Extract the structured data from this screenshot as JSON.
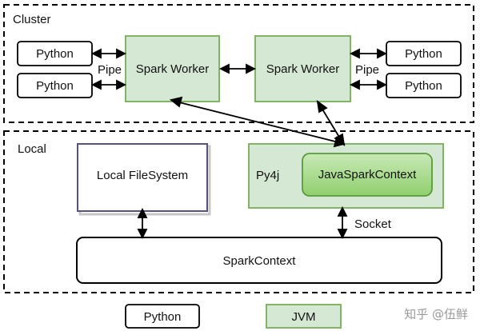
{
  "regions": {
    "cluster": "Cluster",
    "local": "Local"
  },
  "cluster": {
    "left_workers": [
      "Python",
      "Python"
    ],
    "right_workers": [
      "Python",
      "Python"
    ],
    "left_pipe": "Pipe",
    "right_pipe": "Pipe",
    "spark_worker_left": "Spark Worker",
    "spark_worker_right": "Spark Worker"
  },
  "local": {
    "filesystem": "Local FileSystem",
    "py4j": "Py4j",
    "java_context": "JavaSparkContext",
    "socket": "Socket",
    "spark_context": "SparkContext"
  },
  "legend": {
    "python": "Python",
    "jvm": "JVM"
  },
  "watermark": "知乎 @伍鲜",
  "colors": {
    "jvm_fill": "#d5e8d4",
    "jvm_stroke": "#82b366",
    "java_context_fill": "#97d077",
    "filesystem_stroke": "#56517e"
  }
}
